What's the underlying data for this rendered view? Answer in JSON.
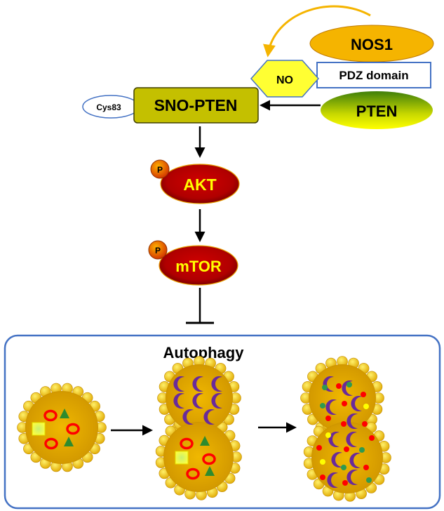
{
  "nodes": {
    "nos1": "NOS1",
    "no": "NO",
    "pdz": "PDZ domain",
    "pten": "PTEN",
    "sno_pten": "SNO-PTEN",
    "cys83": "Cys83",
    "akt": "AKT",
    "akt_p": "P",
    "mtor": "mTOR",
    "mtor_p": "P"
  },
  "panel": {
    "title": "Autophagy"
  },
  "colors": {
    "nos1_fill": "#f5b400",
    "no_fill": "#ffff33",
    "pdz_border": "#4472c4",
    "pten_top": "#4e8a0e",
    "pten_bottom": "#ffff00",
    "sno_pten_fill": "#c4c000",
    "kinase_fill": "#c00000",
    "kinase_text": "#ffff00",
    "phospho_fill": "#e85a00",
    "panel_border": "#4472c4",
    "cell_fill": "#e8a800",
    "arc_arrow": "#f5b400",
    "crescent": "#6a2a9a",
    "ring": "#ff0000",
    "triangle": "#2e8b2e"
  }
}
